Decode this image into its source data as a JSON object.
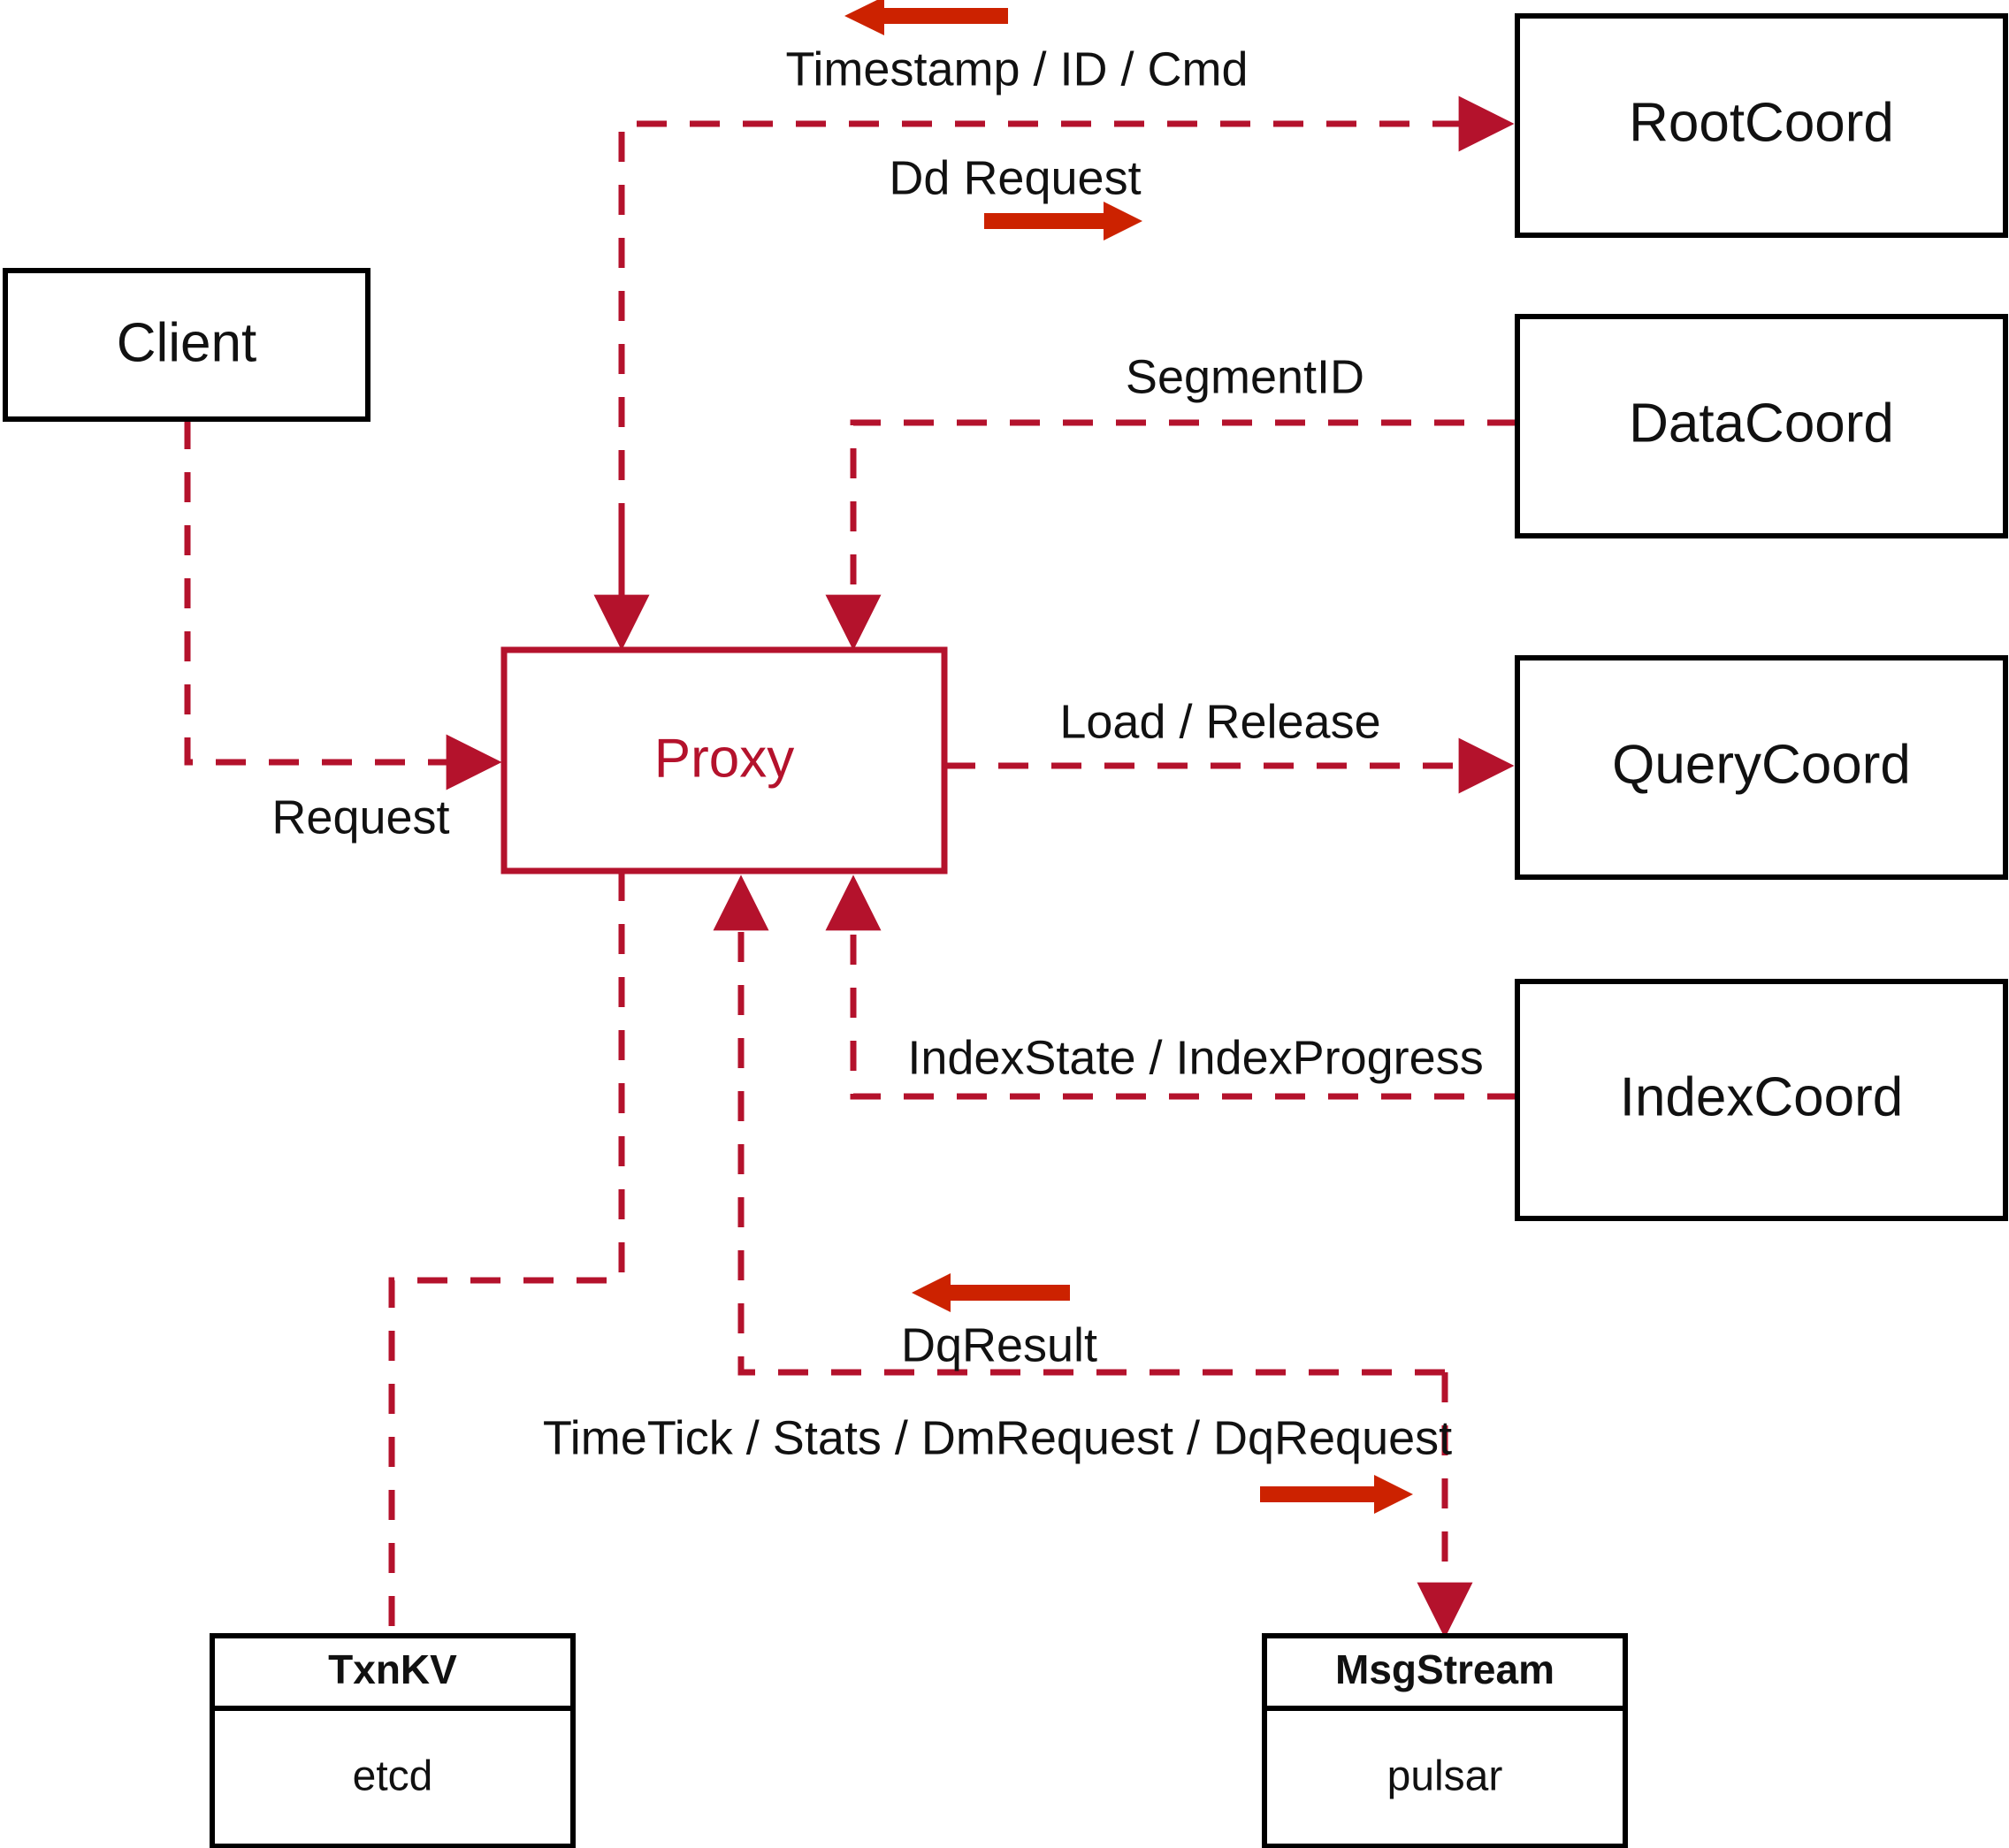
{
  "diagram": {
    "title": "Proxy component interaction diagram",
    "colors": {
      "connector_red": "#b4122c",
      "legend_arrow_red": "#cc2200",
      "box_stroke_black": "#000000",
      "background": "#ffffff"
    },
    "nodes": {
      "client": {
        "label": "Client"
      },
      "proxy": {
        "label": "Proxy"
      },
      "root_coord": {
        "label": "RootCoord"
      },
      "data_coord": {
        "label": "DataCoord"
      },
      "query_coord": {
        "label": "QueryCoord"
      },
      "index_coord": {
        "label": "IndexCoord"
      },
      "txnkv": {
        "title": "TxnKV",
        "body": "etcd"
      },
      "msgstream": {
        "title": "MsgStream",
        "body": "pulsar"
      }
    },
    "edge_labels": {
      "timestamp_id_cmd": "Timestamp / ID / Cmd",
      "dd_request": "Dd Request",
      "segment_id": "SegmentID",
      "request": "Request",
      "load_release": "Load / Release",
      "index_state_progress": "IndexState / IndexProgress",
      "dq_result": "DqResult",
      "timetick_stats_dm_dq": "TimeTick / Stats / DmRequest / DqRequest"
    },
    "direction_markers": {
      "timestamp_arrow": "arrow-left-icon",
      "dd_request_arrow": "arrow-right-icon",
      "dq_result_arrow": "arrow-left-icon",
      "timetick_arrow": "arrow-right-icon"
    }
  }
}
